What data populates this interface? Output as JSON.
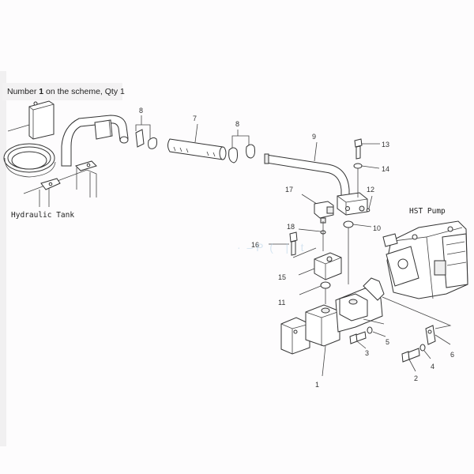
{
  "caption": {
    "prefix": "Number ",
    "number": "1",
    "suffix": " on the scheme, Qty 1"
  },
  "regions": {
    "hydraulic_tank": "Hydraulic Tank",
    "hst_pump": "HST Pump"
  },
  "callouts": [
    {
      "id": "1",
      "label": "1"
    },
    {
      "id": "2",
      "label": "2"
    },
    {
      "id": "3",
      "label": "3"
    },
    {
      "id": "4",
      "label": "4"
    },
    {
      "id": "5",
      "label": "5"
    },
    {
      "id": "6",
      "label": "6"
    },
    {
      "id": "7",
      "label": "7"
    },
    {
      "id": "8a",
      "label": "8"
    },
    {
      "id": "8b",
      "label": "8"
    },
    {
      "id": "9",
      "label": "9"
    },
    {
      "id": "10",
      "label": "10"
    },
    {
      "id": "11",
      "label": "11"
    },
    {
      "id": "12",
      "label": "12"
    },
    {
      "id": "13",
      "label": "13"
    },
    {
      "id": "14",
      "label": "14"
    },
    {
      "id": "15",
      "label": "15"
    },
    {
      "id": "16",
      "label": "16"
    },
    {
      "id": "17",
      "label": "17"
    },
    {
      "id": "18",
      "label": "18"
    }
  ],
  "colors": {
    "background": "#fdfcfd",
    "caption_bg": "#f3f2f3",
    "line": "#333333",
    "watermark": "#b8d4e8"
  }
}
